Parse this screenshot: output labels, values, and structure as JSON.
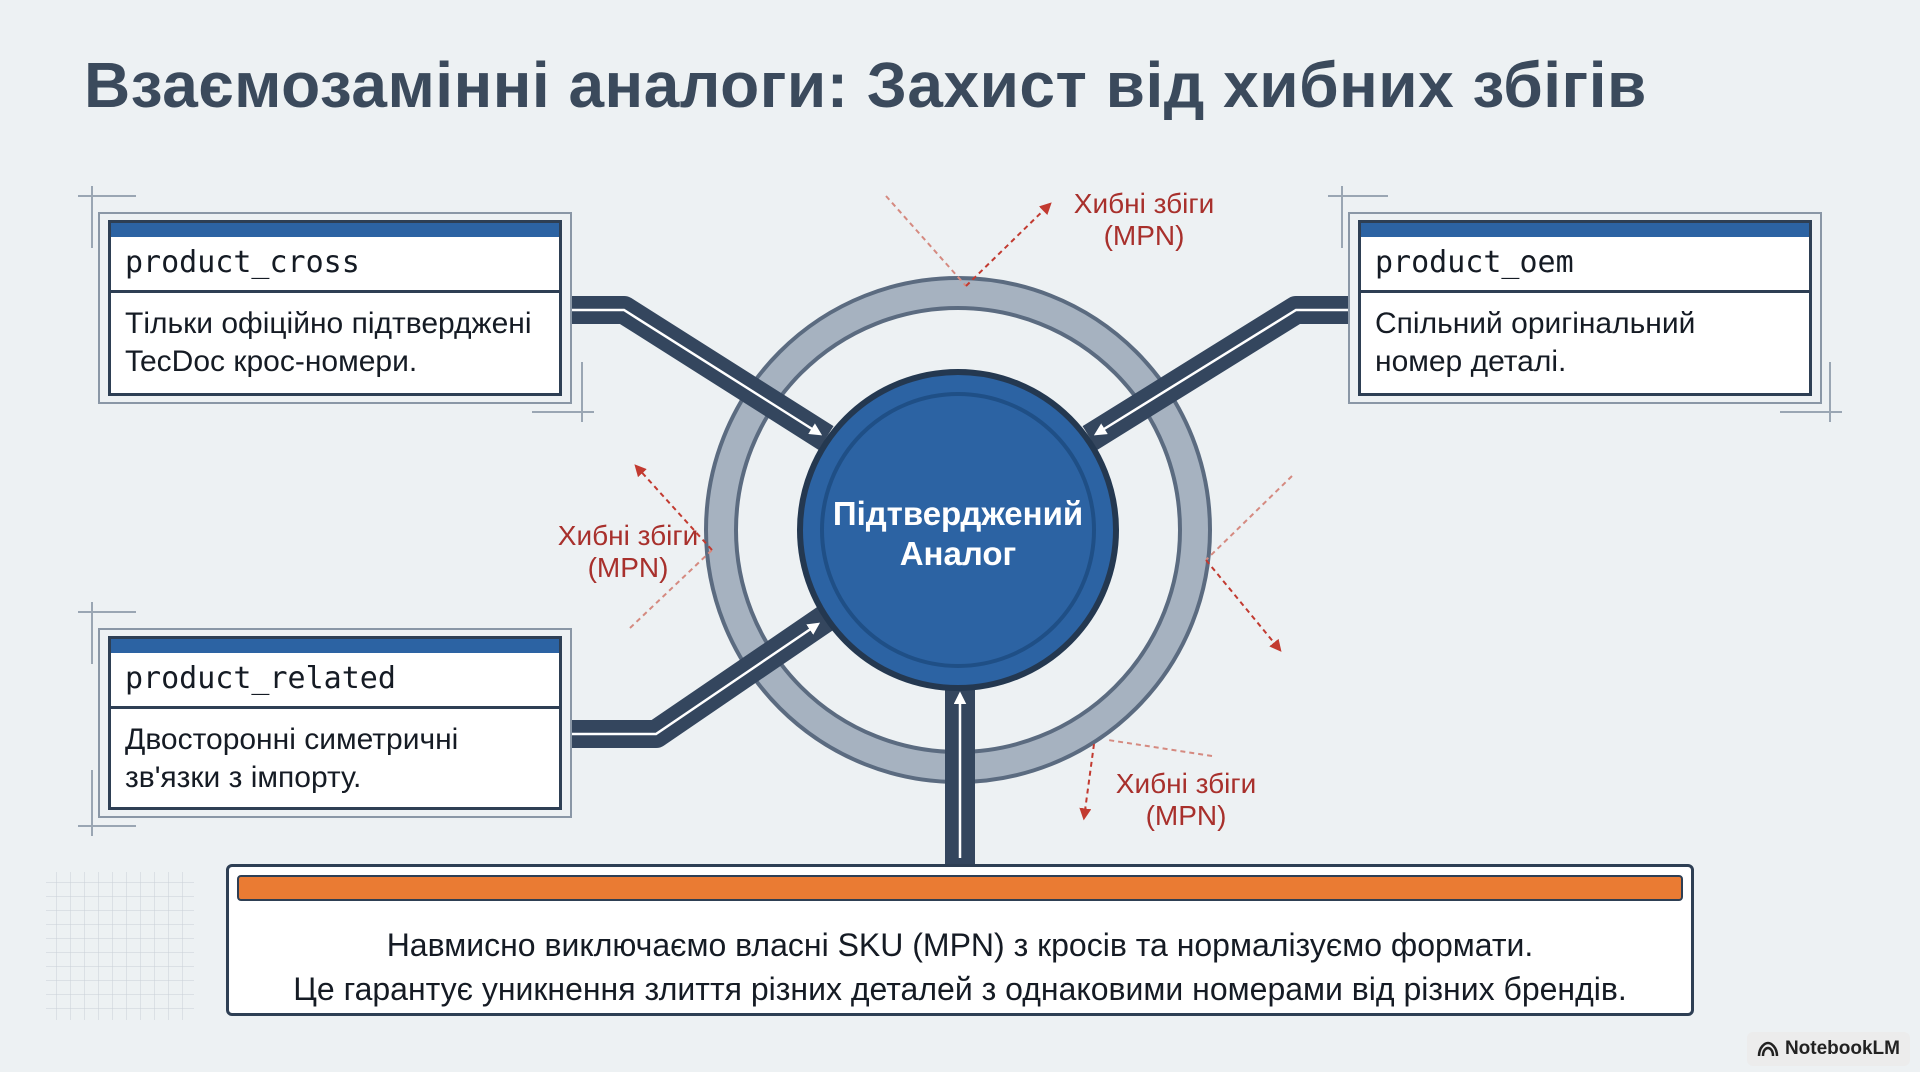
{
  "title": "Взаємозамінні аналоги: Захист від хибних збігів",
  "center": {
    "line1": "Підтверджений",
    "line2": "Аналог"
  },
  "cards": {
    "cross": {
      "header": "product_cross",
      "line1": "Тільки офіційно підтверджені",
      "line2": "TecDoc крос-номери."
    },
    "oem": {
      "header": "product_oem",
      "line1": "Спільний оригінальний",
      "line2": "номер деталі."
    },
    "related": {
      "header": "product_related",
      "line1": "Двосторонні симетричні",
      "line2": "зв'язки з імпорту."
    }
  },
  "false_matches": [
    {
      "line1": "Хибні збіги",
      "line2": "(MPN)"
    },
    {
      "line1": "Хибні збіги",
      "line2": "(MPN)"
    },
    {
      "line1": "Хибні збіги",
      "line2": "(MPN)"
    }
  ],
  "bottom": {
    "line1": "Навмисно виключаємо власні SKU (MPN) з кросів та нормалізуємо формати.",
    "line2": "Це гарантує уникнення злиття різних деталей з однаковими номерами від різних брендів."
  },
  "brand": "NotebookLM",
  "icons": [
    "notebooklm-logo-icon"
  ],
  "colors": {
    "accent_blue": "#2c63a3",
    "road": "#34465e",
    "ring": "#a6b2c0",
    "false_match": "#c23a30",
    "orange_bar": "#ea7b33"
  }
}
